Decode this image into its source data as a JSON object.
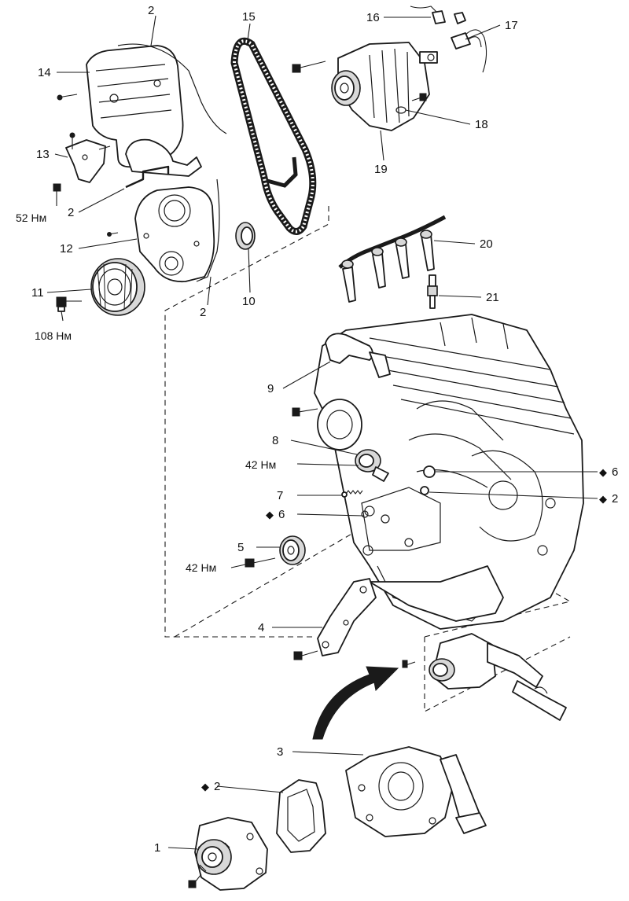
{
  "labels": {
    "l1": "1",
    "l2_top": "2",
    "l2_left": "2",
    "l2_mid": "2",
    "l2_engine": "2",
    "l2_bottom": "2",
    "l3": "3",
    "l4": "4",
    "l5": "5",
    "l6_right": "6",
    "l6_left": "6",
    "l7": "7",
    "l8": "8",
    "l9": "9",
    "l10": "10",
    "l11": "11",
    "l12": "12",
    "l13": "13",
    "l14": "14",
    "l15": "15",
    "l16": "16",
    "l17": "17",
    "l18": "18",
    "l19": "19",
    "l20": "20",
    "l21": "21"
  },
  "torques": {
    "t52": "52 Нм",
    "t108": "108 Нм",
    "t42_tensioner": "42 Нм",
    "t42_idler": "42 Нм"
  },
  "markers": {
    "replace_symbol": "◆"
  },
  "colors": {
    "ink": "#1a1a1a",
    "paper": "#ffffff",
    "shade": "#d8d8d8"
  }
}
